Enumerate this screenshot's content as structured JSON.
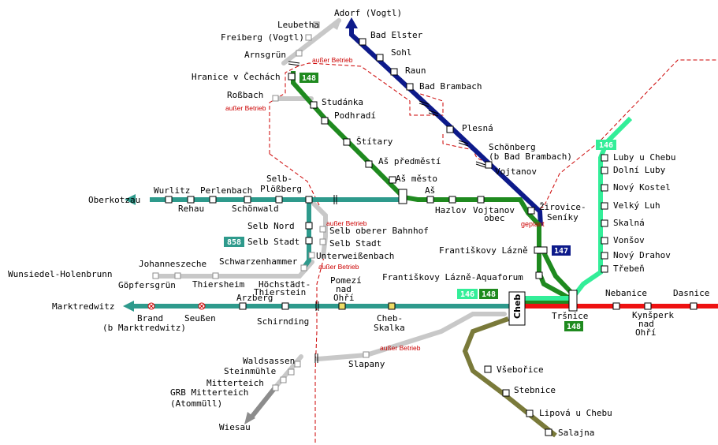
{
  "colors": {
    "green": "#1f8a1f",
    "navy": "#0d1a8a",
    "teal": "#2e9a8c",
    "mint": "#33ee99",
    "red": "#ee1111",
    "olive": "#7a7a3a",
    "grey": "#c8c8c8",
    "darkgrey": "#8c8c8c",
    "border": "#cc0000"
  },
  "notes": {
    "ausser_betrieb": "außer Betrieb",
    "geplant": "geplant"
  },
  "badges": {
    "b148_top": "148",
    "b148_cheb": "148",
    "b148_trsnice": "148",
    "b146_cheb": "146",
    "b146_right": "146",
    "b147": "147",
    "b858": "858",
    "cheb": "Cheb"
  },
  "stations": {
    "adorf": "Adorf (Vogtl)",
    "bad_elster": "Bad Elster",
    "sohl": "Sohl",
    "raun": "Raun",
    "bad_brambach": "Bad Brambach",
    "plesna": "Plesná",
    "schonberg_1": "Schönberg",
    "schonberg_2": "(b Bad Brambach)",
    "vojtanov": "Vojtanov",
    "zirovice_1": "Žirovice-",
    "zirovice_2": "Seníky",
    "leubetha": "Leubetha",
    "freiberg": "Freiberg (Vogtl)",
    "arnsgrun": "Arnsgrün",
    "hranice": "Hranice v Čechách",
    "rossbach": "Roßbach",
    "studanka": "Studánka",
    "podhradi": "Podhradí",
    "stitary": "Štítary",
    "as_predmesti": "Aš předměstí",
    "as_mesto": "Aš město",
    "as": "Aš",
    "hazlov": "Hazlov",
    "vojtanov_obec_1": "Vojtanov",
    "vojtanov_obec_2": "obec",
    "oberkotzau": "Oberkotzau",
    "wurlitz": "Wurlitz",
    "rehau": "Rehau",
    "perlenbach": "Perlenbach",
    "schonwald": "Schönwald",
    "selb_plossberg_1": "Selb-",
    "selb_plossberg_2": "Plößberg",
    "selb_nord": "Selb Nord",
    "selb_stadt_main": "Selb Stadt",
    "selb_oberer": "Selb oberer Bahnhof",
    "selb_stadt_old": "Selb Stadt",
    "unterweissenbach": "Unterweißenbach",
    "frantiskovy": "Františkovy Lázně",
    "frantiskovy_aqua": "Františkovy Lázně-Aquaforum",
    "wunsiedel": "Wunsiedel-Holenbrunn",
    "johanneszeche": "Johanneszeche",
    "gopfersgrun": "Göpfersgrün",
    "schwarzenhammer": "Schwarzenhammer",
    "thiersheim": "Thiersheim",
    "hochstadt_1": "Höchstädt-",
    "hochstadt_2": "Thierstein",
    "marktredwitz": "Marktredwitz",
    "brand_1": "Brand",
    "brand_2": "(b Marktredwitz)",
    "seussen": "Seußen",
    "arzberg": "Arzberg",
    "schirnding": "Schirnding",
    "pomezi_1": "Pomezí",
    "pomezi_2": "nad",
    "pomezi_3": "Ohří",
    "cheb_skalka_1": "Cheb-",
    "cheb_skalka_2": "Skalka",
    "trsnice": "Tršnice",
    "nebanice": "Nebanice",
    "dasnice": "Dasnice",
    "kynsperk_1": "Kynšperk",
    "kynsperk_2": "nad",
    "kynsperk_3": "Ohří",
    "luby": "Luby u Chebu",
    "dolni_luby": "Dolní Luby",
    "novy_kostel": "Nový Kostel",
    "velky_luh": "Velký Luh",
    "skalna": "Skalná",
    "vonsov": "Vonšov",
    "novy_drahov": "Nový Drahov",
    "treben": "Třebeň",
    "waldsassen": "Waldsassen",
    "steinmuhle": "Steinmühle",
    "mitterteich": "Mitterteich",
    "grb_1": "GRB Mitterteich",
    "grb_2": "(Atommüll)",
    "wiesau": "Wiesau",
    "slapany": "Slapany",
    "vsebor": "Všebořice",
    "stebnice": "Stebnice",
    "lipova": "Lipová u Chebu",
    "salajna": "Salajna"
  }
}
